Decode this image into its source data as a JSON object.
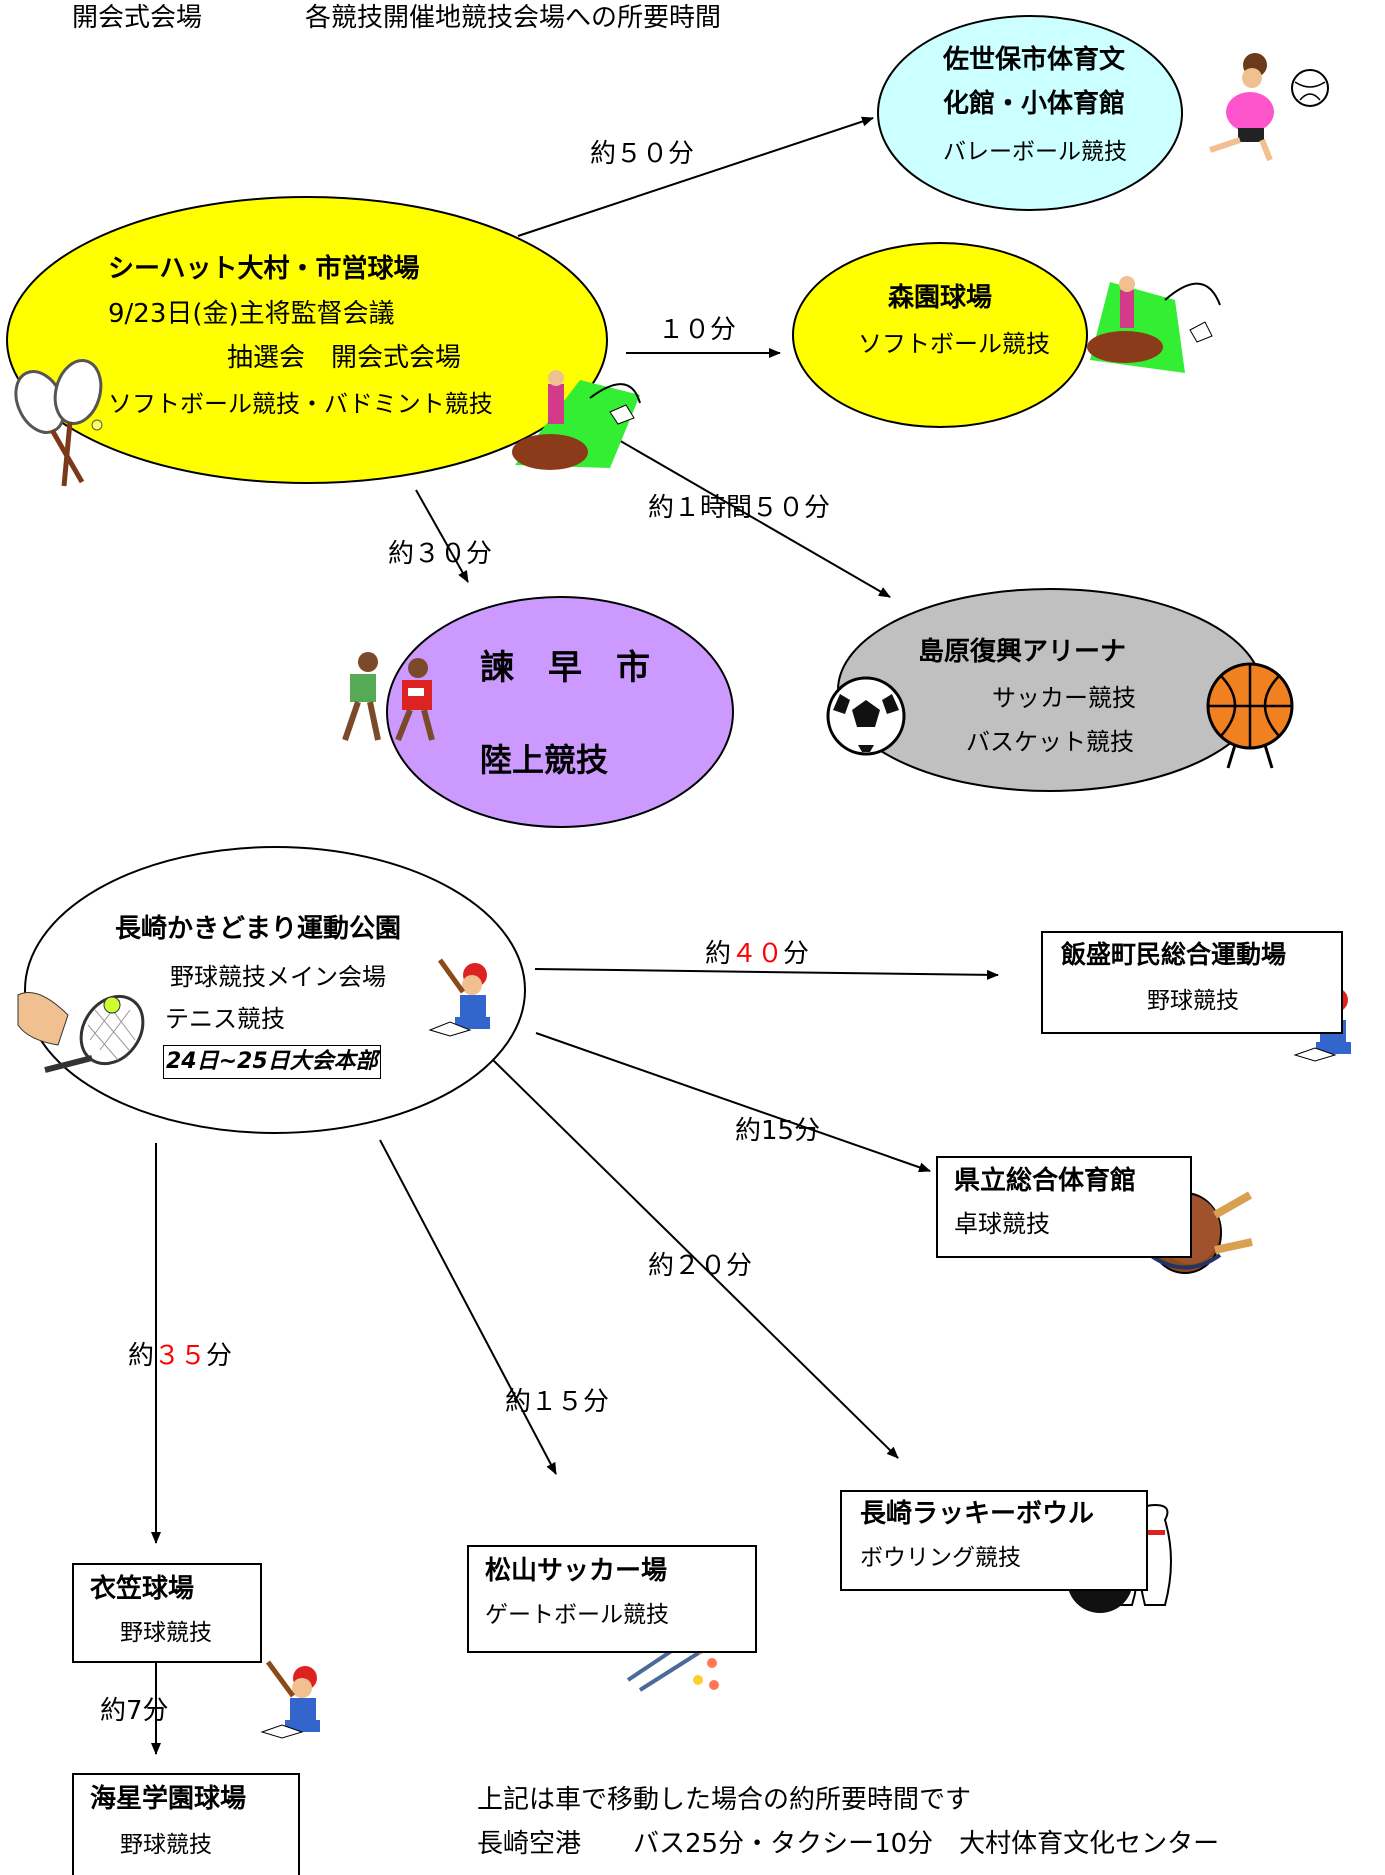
{
  "header": {
    "left": "開会式会場",
    "right": "各競技開催地競技会場への所要時間"
  },
  "colors": {
    "yellow_ellipse": "#ffff00",
    "light_blue_ellipse": "#ccffff",
    "purple_ellipse": "#cc99ff",
    "gray_ellipse": "#c0c0c0",
    "red_highlight": "#ff0000"
  },
  "seahat": {
    "name": "シーハット大村・市営球場",
    "line1": "9/23日(金)主将監督会議",
    "line2": "抽選会　開会式会場",
    "line3": "ソフトボール競技・バドミント競技"
  },
  "sasebo": {
    "name_line1": "佐世保市体育文",
    "name_line2": "化館・小体育館",
    "sport": "バレーボール競技"
  },
  "morizono": {
    "name": "森園球場",
    "sport": "ソフトボール競技"
  },
  "isahaya": {
    "name": "諫　早　市",
    "sport": "陸上競技"
  },
  "shimabara": {
    "name": "島原復興アリーナ",
    "sport1": "サッカー競技",
    "sport2": "バスケット競技"
  },
  "times_top": {
    "sasebo": "約５０分",
    "morizono": "１０分",
    "isahaya": "約３０分",
    "shimabara": "約１時間５０分"
  },
  "kakidomari": {
    "name": "長崎かきどまり運動公園",
    "line1": "野球競技メイン会場",
    "line2": "テニス競技",
    "line3": "24日~25日大会本部"
  },
  "times_bottom": {
    "isahai_prefix": "約",
    "isahai_num": "４０",
    "isahai_suffix": "分",
    "kenritsu": "約15分",
    "bowl": "約２０分",
    "kinugasa_prefix": "約",
    "kinugasa_num": "３５",
    "kinugasa_suffix": "分",
    "matsuyama": "約１５分",
    "kaisei": "約7分"
  },
  "isahai": {
    "name": "飯盛町民総合運動場",
    "sport": "野球競技"
  },
  "kenritsu": {
    "name": "県立総合体育館",
    "sport": "卓球競技"
  },
  "lucky_bowl": {
    "name": "長崎ラッキーボウル",
    "sport": "ボウリング競技"
  },
  "matsuyama": {
    "name": "松山サッカー場",
    "sport": "ゲートボール競技"
  },
  "kinugasa": {
    "name": "衣笠球場",
    "sport": "野球競技"
  },
  "kaisei": {
    "name": "海星学園球場",
    "sport": "野球競技"
  },
  "footer": {
    "line1": "上記は車で移動した場合の約所要時間です",
    "line2": "長崎空港　　バス25分・タクシー10分　大村体育文化センター"
  },
  "icons": [
    "badminton-rackets-icon",
    "softball-pitcher-icon",
    "volleyball-girl-icon",
    "runners-icon",
    "soccer-ball-icon",
    "basketball-icon",
    "baseball-batter-icon",
    "tennis-racket-icon",
    "table-tennis-paddles-icon",
    "bowling-pins-icon",
    "gateball-mallets-icon"
  ]
}
